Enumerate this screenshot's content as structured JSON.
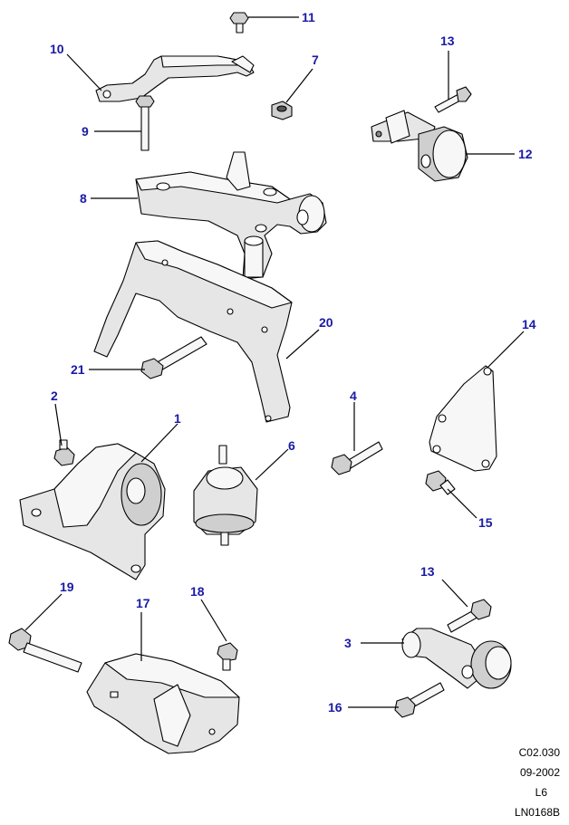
{
  "diagram": {
    "title": "Engine mounting exploded view",
    "callouts": [
      {
        "id": "c11",
        "label": "11"
      },
      {
        "id": "c10",
        "label": "10"
      },
      {
        "id": "c7",
        "label": "7"
      },
      {
        "id": "c13a",
        "label": "13"
      },
      {
        "id": "c9",
        "label": "9"
      },
      {
        "id": "c12",
        "label": "12"
      },
      {
        "id": "c8",
        "label": "8"
      },
      {
        "id": "c20",
        "label": "20"
      },
      {
        "id": "c14",
        "label": "14"
      },
      {
        "id": "c21",
        "label": "21"
      },
      {
        "id": "c4",
        "label": "4"
      },
      {
        "id": "c2",
        "label": "2"
      },
      {
        "id": "c1",
        "label": "1"
      },
      {
        "id": "c6",
        "label": "6"
      },
      {
        "id": "c15",
        "label": "15"
      },
      {
        "id": "c13b",
        "label": "13"
      },
      {
        "id": "c19",
        "label": "19"
      },
      {
        "id": "c17",
        "label": "17"
      },
      {
        "id": "c18",
        "label": "18"
      },
      {
        "id": "c3",
        "label": "3"
      },
      {
        "id": "c16",
        "label": "16"
      }
    ],
    "reference": {
      "code": "C02.030",
      "date": "09-2002",
      "variant": "L6",
      "drawing_number": "LN0168B"
    },
    "colors": {
      "callout": "#1a1aa6",
      "line": "#000000",
      "background": "#ffffff"
    }
  }
}
